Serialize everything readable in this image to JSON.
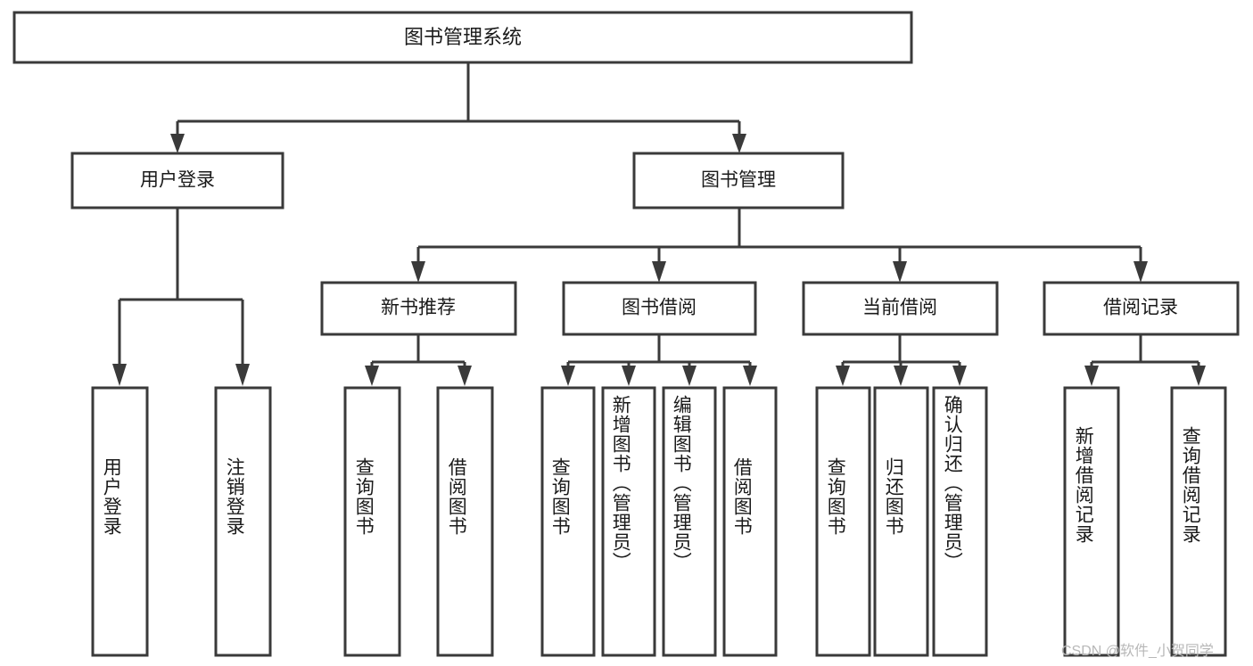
{
  "diagram": {
    "title": "图书管理系统",
    "type": "hierarchy-tree",
    "watermark": "CSDN @软件_小贺同学",
    "colors": {
      "stroke": "#3a3a3a",
      "fill": "#ffffff",
      "text": "#1a1a1a",
      "watermark": "#b8b8b8"
    },
    "root": {
      "label": "图书管理系统"
    },
    "level2": [
      {
        "label": "用户登录"
      },
      {
        "label": "图书管理"
      }
    ],
    "level3": [
      {
        "label": "新书推荐"
      },
      {
        "label": "图书借阅"
      },
      {
        "label": "当前借阅"
      },
      {
        "label": "借阅记录"
      }
    ],
    "leaves": {
      "user_login": [
        {
          "label": "用户登录"
        },
        {
          "label": "注销登录"
        }
      ],
      "new_book_recommend": [
        {
          "label": "查询图书"
        },
        {
          "label": "借阅图书"
        }
      ],
      "book_borrow": [
        {
          "label": "查询图书"
        },
        {
          "label": "新增图书（管理员）"
        },
        {
          "label": "编辑图书（管理员）"
        },
        {
          "label": "借阅图书"
        }
      ],
      "current_borrow": [
        {
          "label": "查询图书"
        },
        {
          "label": "归还图书"
        },
        {
          "label": "确认归还（管理员）"
        }
      ],
      "borrow_records": [
        {
          "label": "新增借阅记录"
        },
        {
          "label": "查询借阅记录"
        }
      ]
    }
  }
}
